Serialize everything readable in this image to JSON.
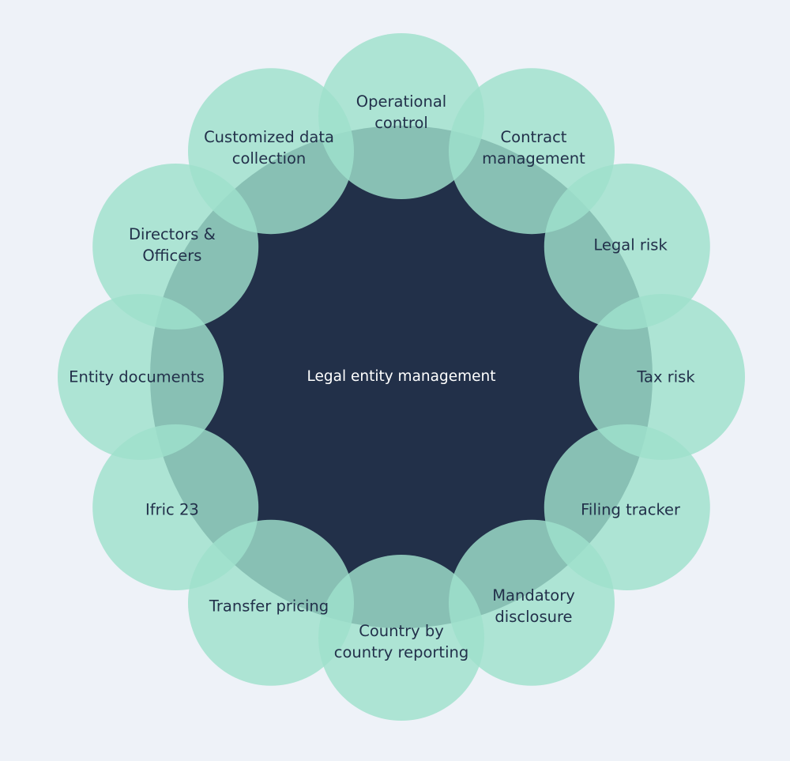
{
  "center": {
    "label": "Legal entity management",
    "fill": "#223049"
  },
  "satellite_fill": "#9fe0cc",
  "satellites": [
    {
      "label": "Operational\ncontrol"
    },
    {
      "label": "Contract\nmanagement"
    },
    {
      "label": "Legal risk"
    },
    {
      "label": "Tax risk"
    },
    {
      "label": "Filing tracker"
    },
    {
      "label": "Mandatory\ndisclosure"
    },
    {
      "label": "Country by\ncountry reporting"
    },
    {
      "label": "Transfer pricing"
    },
    {
      "label": "Ifric 23"
    },
    {
      "label": "Entity documents"
    },
    {
      "label": "Directors &\nOfficers"
    },
    {
      "label": "Customized data\ncollection"
    }
  ]
}
